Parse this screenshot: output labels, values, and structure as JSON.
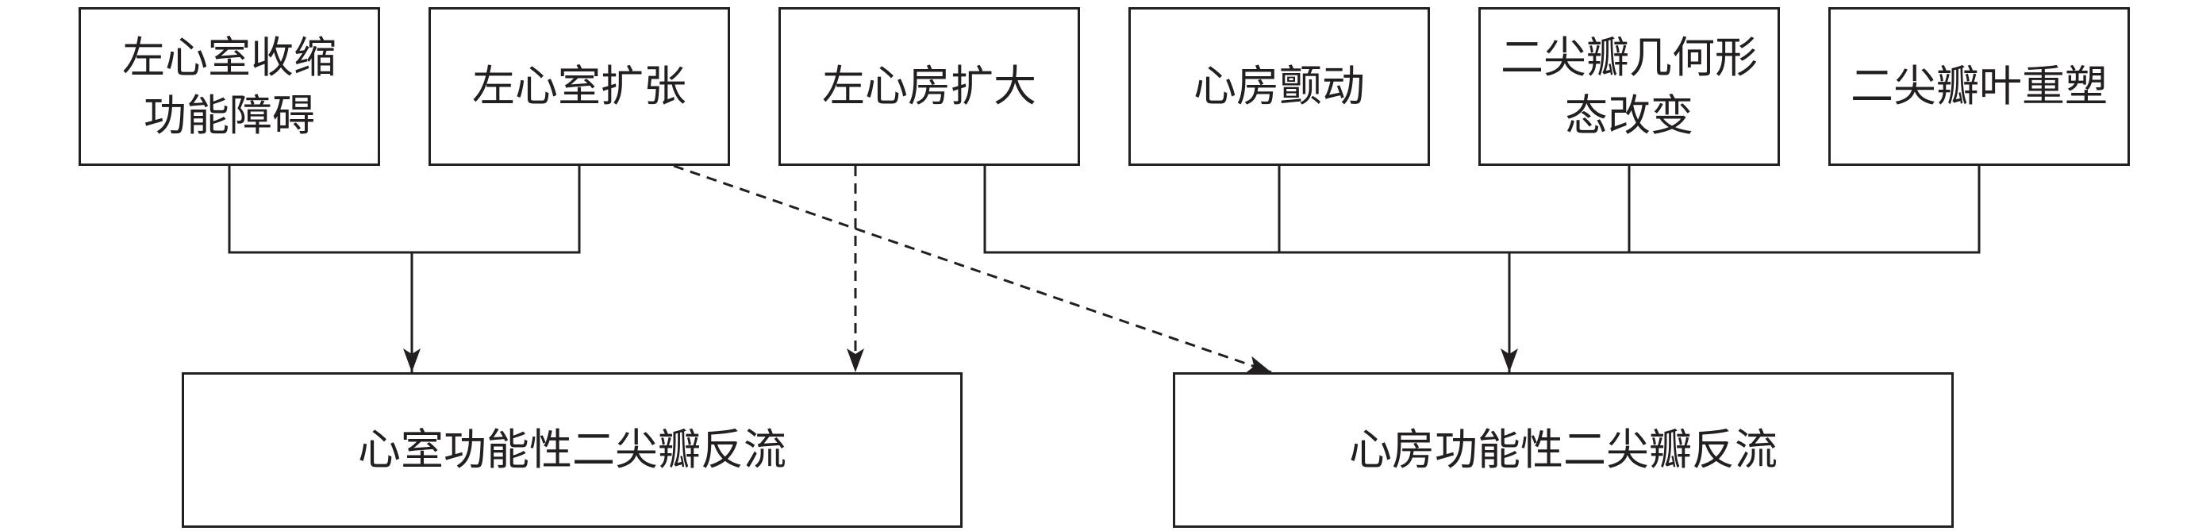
{
  "colors": {
    "stroke": "#231f20",
    "background": "#ffffff"
  },
  "causes": [
    {
      "lines": [
        "左心室收缩",
        "功能障碍"
      ]
    },
    {
      "lines": [
        "左心室扩张"
      ]
    },
    {
      "lines": [
        "左心房扩大"
      ]
    },
    {
      "lines": [
        "心房颤动"
      ]
    },
    {
      "lines": [
        "二尖瓣几何形",
        "态改变"
      ]
    },
    {
      "lines": [
        "二尖瓣叶重塑"
      ]
    }
  ],
  "outcomes": [
    {
      "label": "心室功能性二尖瓣反流"
    },
    {
      "label": "心房功能性二尖瓣反流"
    }
  ]
}
